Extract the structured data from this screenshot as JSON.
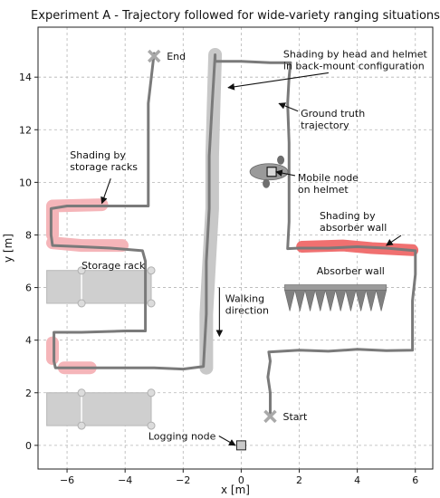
{
  "chart_data": {
    "type": "diagram",
    "title": "Experiment A - Trajectory followed for wide-variety ranging situations",
    "xlabel": "x [m]",
    "ylabel": "y [m]",
    "xlim": [
      -7,
      6.6
    ],
    "ylim": [
      -0.9,
      15.9
    ],
    "x_ticks": [
      -6,
      -4,
      -2,
      0,
      2,
      4,
      6
    ],
    "y_ticks": [
      0,
      2,
      4,
      6,
      8,
      10,
      12,
      14
    ],
    "x_tick_labels": [
      "−6",
      "−4",
      "−2",
      "0",
      "2",
      "4",
      "6"
    ],
    "y_tick_labels": [
      "0",
      "2",
      "4",
      "6",
      "8",
      "10",
      "12",
      "14"
    ],
    "grid": true,
    "trajectory": [
      [
        1.0,
        1.1
      ],
      [
        1.0,
        2.0
      ],
      [
        0.92,
        2.6
      ],
      [
        1.0,
        3.2
      ],
      [
        0.95,
        3.55
      ],
      [
        2.0,
        3.62
      ],
      [
        3.0,
        3.58
      ],
      [
        4.0,
        3.65
      ],
      [
        5.0,
        3.6
      ],
      [
        5.9,
        3.62
      ],
      [
        5.9,
        4.2
      ],
      [
        5.9,
        5.0
      ],
      [
        5.9,
        5.5
      ],
      [
        6.0,
        6.5
      ],
      [
        6.0,
        7.4
      ],
      [
        5.0,
        7.5
      ],
      [
        4.0,
        7.55
      ],
      [
        3.0,
        7.5
      ],
      [
        2.0,
        7.5
      ],
      [
        1.6,
        7.48
      ],
      [
        1.65,
        8.5
      ],
      [
        1.65,
        10.0
      ],
      [
        1.65,
        11.5
      ],
      [
        1.6,
        13.0
      ],
      [
        1.65,
        14.0
      ],
      [
        1.7,
        14.55
      ],
      [
        1.0,
        14.55
      ],
      [
        0.0,
        14.6
      ],
      [
        -0.9,
        14.6
      ],
      [
        -0.9,
        14.85
      ],
      [
        -1.0,
        13.0
      ],
      [
        -1.1,
        11.0
      ],
      [
        -1.1,
        9.0
      ],
      [
        -1.2,
        7.0
      ],
      [
        -1.2,
        5.0
      ],
      [
        -1.3,
        3.0
      ],
      [
        -2.0,
        2.9
      ],
      [
        -3.0,
        2.95
      ],
      [
        -4.0,
        2.95
      ],
      [
        -5.0,
        2.95
      ],
      [
        -6.4,
        2.95
      ],
      [
        -6.45,
        3.2
      ],
      [
        -6.45,
        4.3
      ],
      [
        -5.5,
        4.3
      ],
      [
        -4.0,
        4.35
      ],
      [
        -3.3,
        4.35
      ],
      [
        -3.3,
        5.0
      ],
      [
        -3.3,
        6.0
      ],
      [
        -3.3,
        7.0
      ],
      [
        -3.4,
        7.4
      ],
      [
        -4.5,
        7.5
      ],
      [
        -5.5,
        7.55
      ],
      [
        -6.5,
        7.6
      ],
      [
        -6.55,
        8.0
      ],
      [
        -6.55,
        9.0
      ],
      [
        -6.0,
        9.1
      ],
      [
        -4.5,
        9.1
      ],
      [
        -3.2,
        9.1
      ],
      [
        -3.2,
        11.0
      ],
      [
        -3.2,
        13.0
      ],
      [
        -3.0,
        14.9
      ]
    ],
    "trajectory_shaded": [
      [
        -1.2,
        2.95
      ],
      [
        -1.2,
        5.0
      ],
      [
        -1.1,
        7.0
      ],
      [
        -1.0,
        9.0
      ],
      [
        -1.0,
        11.0
      ],
      [
        -0.95,
        13.0
      ],
      [
        -0.9,
        14.85
      ]
    ],
    "shading_storage": [
      [
        [
          -6.1,
          2.95
        ],
        [
          -5.2,
          2.95
        ]
      ],
      [
        [
          -6.5,
          3.3
        ],
        [
          -6.5,
          3.9
        ]
      ],
      [
        [
          -6.5,
          7.7
        ],
        [
          -5.5,
          7.6
        ],
        [
          -4.1,
          7.6
        ]
      ],
      [
        [
          -6.5,
          8.0
        ],
        [
          -6.5,
          9.1
        ],
        [
          -4.8,
          9.15
        ]
      ]
    ],
    "shading_absorber": [
      [
        2.1,
        7.55
      ],
      [
        3.5,
        7.6
      ],
      [
        4.5,
        7.5
      ],
      [
        5.9,
        7.42
      ]
    ],
    "storage_racks": [
      {
        "x": -6.7,
        "y": 5.4,
        "w": 3.6,
        "h": 1.25
      },
      {
        "x": -6.7,
        "y": 0.75,
        "w": 3.6,
        "h": 1.25
      }
    ],
    "absorber_wall": {
      "x0": 1.5,
      "x1": 5.0,
      "y": 6.0,
      "spikes": 10
    },
    "markers": {
      "end": {
        "x": -3.0,
        "y": 14.8,
        "label": "End"
      },
      "start": {
        "x": 1.0,
        "y": 1.1,
        "label": "Start"
      },
      "logging_node": {
        "x": 0.0,
        "y": 0.0,
        "label": "Logging node"
      },
      "mobile_node": {
        "x": 1.05,
        "y": 10.4
      }
    },
    "annotations": [
      {
        "id": "head",
        "lines": [
          "Shading by head and helmet",
          "in back-mount configuration"
        ],
        "text": [
          1.45,
          14.75
        ],
        "target": [
          -0.45,
          13.6
        ]
      },
      {
        "id": "gt",
        "lines": [
          "Ground truth",
          "trajectory"
        ],
        "text": [
          2.05,
          12.5
        ],
        "target": [
          1.3,
          13.0
        ]
      },
      {
        "id": "mobile",
        "lines": [
          "Mobile node",
          "on helmet"
        ],
        "text": [
          1.95,
          10.05
        ],
        "target": [
          1.2,
          10.4
        ]
      },
      {
        "id": "storage",
        "lines": [
          "Shading by",
          "storage racks"
        ],
        "text": [
          -5.9,
          10.9
        ],
        "target": [
          -4.8,
          9.2
        ]
      },
      {
        "id": "absorber",
        "lines": [
          "Shading by",
          "absorber wall"
        ],
        "text": [
          2.7,
          8.6
        ],
        "target": [
          5.0,
          7.6
        ]
      },
      {
        "id": "walking",
        "lines": [
          "Walking",
          "direction"
        ],
        "text": [
          -0.55,
          5.45
        ],
        "target": [
          -0.75,
          4.15
        ],
        "arrow_start": [
          -0.75,
          6.0
        ]
      },
      {
        "id": "rack",
        "lines": [
          "Storage rack"
        ],
        "text": [
          -5.5,
          6.7
        ]
      },
      {
        "id": "wall",
        "lines": [
          "Absorber wall"
        ],
        "text": [
          2.6,
          6.5
        ]
      },
      {
        "id": "log",
        "lines": [
          "Logging node"
        ],
        "text": [
          -3.2,
          0.22
        ],
        "target": [
          -0.2,
          0.0
        ]
      }
    ],
    "colors": {
      "trajectory": "#7a7a7a",
      "shade_head": "#c8c8c8",
      "shade_storage": "#f5b5b9",
      "shade_absorber": "#f07070",
      "rack": "#cfcfcf",
      "absorber": "#9b9b9b"
    }
  }
}
